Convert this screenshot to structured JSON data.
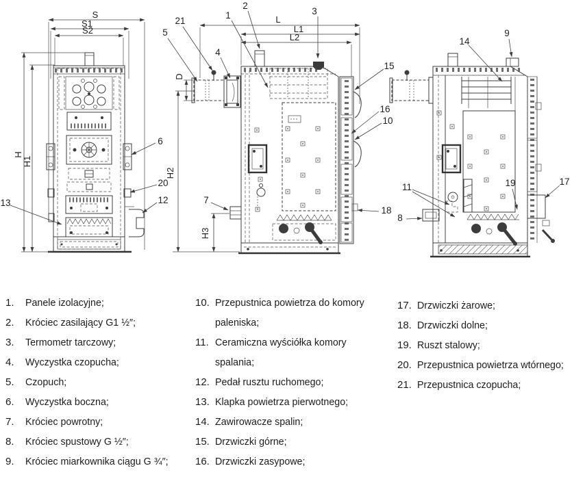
{
  "colors": {
    "ink": "#3c3c3c",
    "text": "#1c1c1c",
    "background": "#ffffff"
  },
  "drawing": {
    "dims": {
      "S": "S",
      "S1": "S1",
      "S2": "S2",
      "H": "H",
      "H1": "H1",
      "L": "L",
      "L1": "L1",
      "L2": "L2",
      "D": "D",
      "H2": "H2",
      "H3": "H3"
    },
    "callouts": {
      "c1": "1",
      "c2": "2",
      "c3": "3",
      "c4": "4",
      "c5": "5",
      "c6": "6",
      "c7": "7",
      "c8": "8",
      "c9": "9",
      "c10": "10",
      "c11": "11",
      "c12": "12",
      "c13": "13",
      "c14": "14",
      "c15": "15",
      "c16": "16",
      "c17": "17",
      "c18": "18",
      "c19": "19",
      "c20": "20",
      "c21": "21"
    }
  },
  "legend": {
    "columns": [
      {
        "items": [
          {
            "num": "1.",
            "text": "Panele izolacyjne;"
          },
          {
            "num": "2.",
            "text": "Króciec zasilający G1 ½″;"
          },
          {
            "num": "3.",
            "text": "Termometr tarczowy;"
          },
          {
            "num": "4.",
            "text": "Wyczystka czopucha;"
          },
          {
            "num": "5.",
            "text": "Czopuch;"
          },
          {
            "num": "6.",
            "text": "Wyczystka boczna;"
          },
          {
            "num": "7.",
            "text": "Króciec powrotny;"
          },
          {
            "num": "8.",
            "text": "Króciec spustowy G ½″;"
          },
          {
            "num": "9.",
            "text": "Króciec miarkownika ciągu G ¾″;"
          }
        ]
      },
      {
        "items": [
          {
            "num": "10.",
            "text": "Przepustnica powietrza do komory paleniska;"
          },
          {
            "num": "11.",
            "text": "Ceramiczna wyściółka komory spalania;"
          },
          {
            "num": "12.",
            "text": "Pedał rusztu ruchomego;"
          },
          {
            "num": "13.",
            "text": "Klapka powietrza pierwotnego;"
          },
          {
            "num": "14.",
            "text": "Zawirowacze spalin;"
          },
          {
            "num": "15.",
            "text": "Drzwiczki górne;"
          },
          {
            "num": "16.",
            "text": "Drzwiczki zasypowe;"
          }
        ]
      },
      {
        "items": [
          {
            "num": "17.",
            "text": "Drzwiczki żarowe;"
          },
          {
            "num": "18.",
            "text": "Drzwiczki dolne;"
          },
          {
            "num": "19.",
            "text": "Ruszt stalowy;"
          },
          {
            "num": "20.",
            "text": "Przepustnica powietrza wtórnego;"
          },
          {
            "num": "21.",
            "text": "Przepustnica czopucha;"
          }
        ]
      }
    ]
  }
}
